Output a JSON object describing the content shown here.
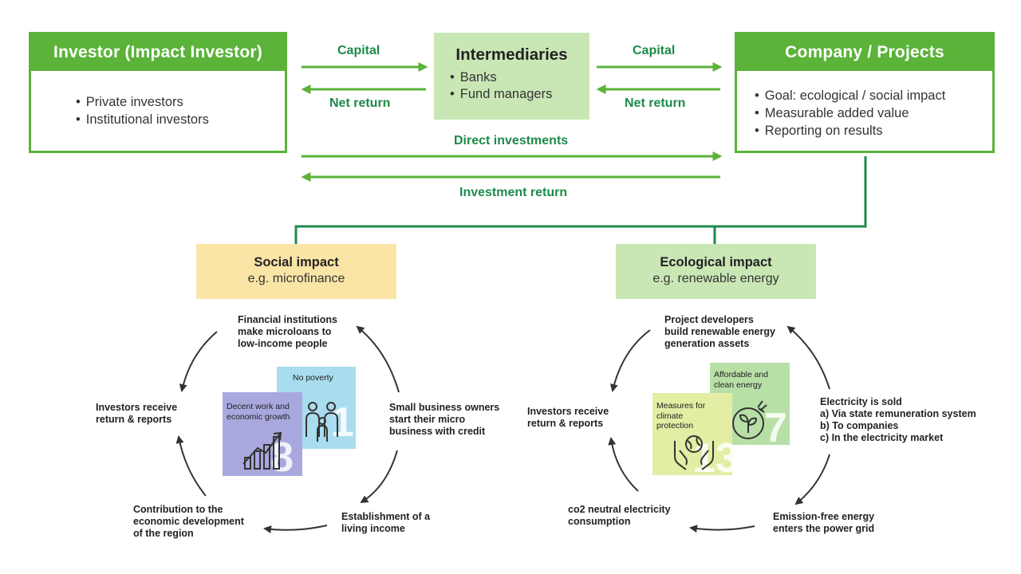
{
  "investor": {
    "title": "Investor (Impact Investor)",
    "items": [
      "Private investors",
      "Institutional investors"
    ]
  },
  "intermediaries": {
    "title": "Intermediaries",
    "items": [
      "Banks",
      "Fund managers"
    ]
  },
  "company": {
    "title": "Company / Projects",
    "items": [
      "Goal: ecological / social impact",
      "Measurable added value",
      "Reporting on results"
    ]
  },
  "flows": {
    "capital_left": "Capital",
    "net_return_left": "Net return",
    "capital_right": "Capital",
    "net_return_right": "Net return",
    "direct_investments": "Direct investments",
    "investment_return": "Investment return"
  },
  "social": {
    "title": "Social impact",
    "subtitle": "e.g. microfinance",
    "steps": [
      "Financial institutions\nmake microloans to\nlow-income people",
      "Small business owners\nstart their micro\nbusiness with credit",
      "Establishment of a\nliving income",
      "Contribution to the\neconomic development\nof the region",
      "Investors receive\nreturn & reports"
    ],
    "sdgs": [
      {
        "label": "No poverty",
        "number": "1",
        "icon": "family-icon"
      },
      {
        "label": "Decent work and\neconomic growth",
        "number": "8",
        "icon": "growth-chart-icon"
      }
    ]
  },
  "ecological": {
    "title": "Ecological impact",
    "subtitle": "e.g. renewable energy",
    "steps": [
      "Project developers\nbuild renewable energy\ngeneration assets",
      "Electricity is sold\na) Via state remuneration system\nb) To companies\nc) In the electricity market",
      "Emission-free energy\nenters the power grid",
      "co2 neutral electricity\nconsumption",
      "Investors receive\nreturn & reports"
    ],
    "sdgs": [
      {
        "label": "Affordable and\nclean energy",
        "number": "7",
        "icon": "energy-leaf-icon"
      },
      {
        "label": "Measures for\nclimate\nprotection",
        "number": "13",
        "icon": "hands-globe-icon"
      }
    ]
  },
  "colors": {
    "green": "#5bb33a",
    "dark_green": "#1e8a4a",
    "light_green": "#c9e7b5",
    "yellow": "#fbe5a6",
    "arrow_gray": "#333333"
  }
}
